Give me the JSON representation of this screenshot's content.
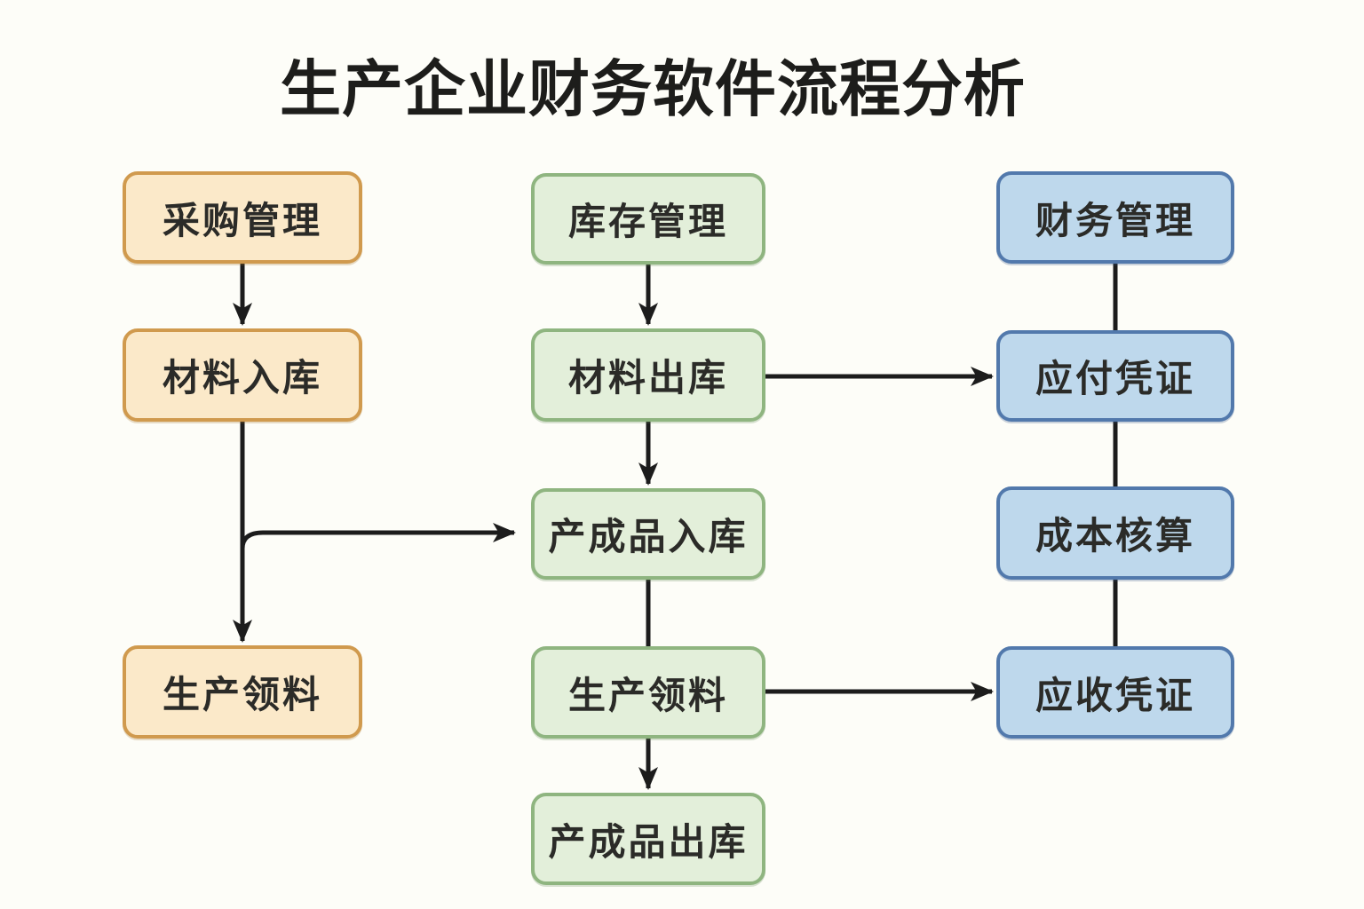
{
  "title": "生产企业财务软件流程分析",
  "nodes": {
    "purchase_mgmt": {
      "label": "采购管理",
      "theme": "orange"
    },
    "material_in": {
      "label": "材料入库",
      "theme": "orange"
    },
    "production_pick_left": {
      "label": "生产领料",
      "theme": "orange"
    },
    "inventory_mgmt": {
      "label": "库存管理",
      "theme": "green"
    },
    "material_out": {
      "label": "材料出库",
      "theme": "green"
    },
    "finished_in": {
      "label": "产成品入库",
      "theme": "green"
    },
    "production_pick_mid": {
      "label": "生产领料",
      "theme": "green"
    },
    "finished_out": {
      "label": "产成品出库",
      "theme": "green"
    },
    "finance_mgmt": {
      "label": "财务管理",
      "theme": "blue"
    },
    "payable_voucher": {
      "label": "应付凭证",
      "theme": "blue"
    },
    "cost_accounting": {
      "label": "成本核算",
      "theme": "blue"
    },
    "receivable_voucher": {
      "label": "应收凭证",
      "theme": "blue"
    }
  },
  "edges": [
    {
      "from": "purchase_mgmt",
      "to": "material_in",
      "arrowhead": true
    },
    {
      "from": "material_in",
      "to": "production_pick_left",
      "arrowhead": true
    },
    {
      "from": "material_in",
      "to": "finished_in",
      "arrowhead": true
    },
    {
      "from": "inventory_mgmt",
      "to": "material_out",
      "arrowhead": true
    },
    {
      "from": "material_out",
      "to": "finished_in",
      "arrowhead": true
    },
    {
      "from": "material_out",
      "to": "payable_voucher",
      "arrowhead": true
    },
    {
      "from": "finished_in",
      "to": "production_pick_mid",
      "arrowhead": false
    },
    {
      "from": "production_pick_mid",
      "to": "finished_out",
      "arrowhead": true
    },
    {
      "from": "production_pick_mid",
      "to": "receivable_voucher",
      "arrowhead": true
    },
    {
      "from": "finance_mgmt",
      "to": "payable_voucher",
      "arrowhead": false
    },
    {
      "from": "payable_voucher",
      "to": "cost_accounting",
      "arrowhead": false
    },
    {
      "from": "cost_accounting",
      "to": "receivable_voucher",
      "arrowhead": false
    }
  ],
  "colors": {
    "background": "#fdfdf8",
    "text": "#2b2b28",
    "line": "#1c1c1c",
    "orange_fill": "#fbe9c9",
    "orange_border": "#d09a4e",
    "green_fill": "#e3efda",
    "green_border": "#8fb580",
    "blue_fill": "#bed8ec",
    "blue_border": "#5279ac"
  }
}
